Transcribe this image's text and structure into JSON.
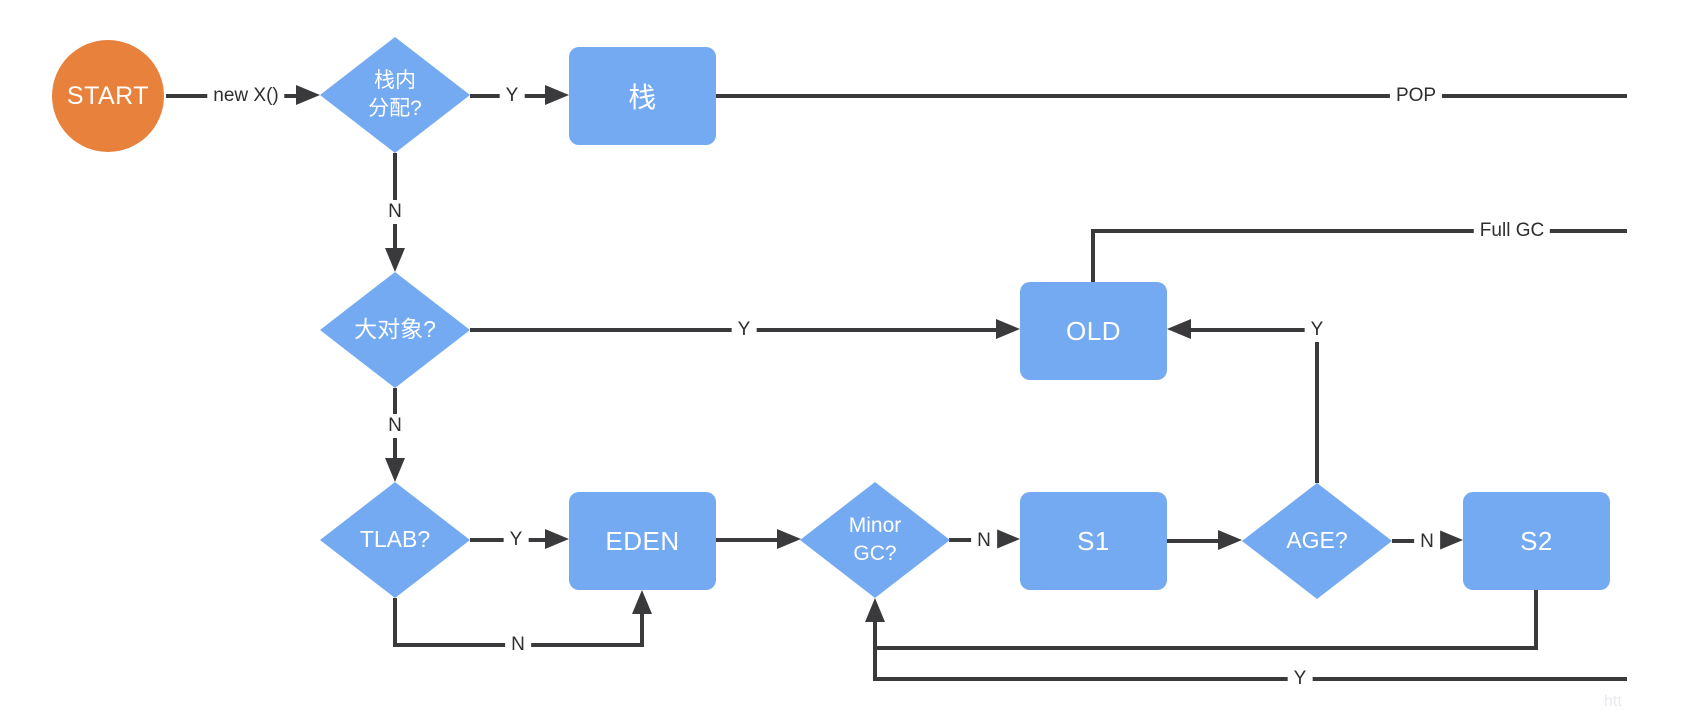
{
  "colors": {
    "node_fill_blue": "#74AAF2",
    "start_fill_orange": "#E8813B",
    "edge_line": "#3A3A3C",
    "edge_label_text": "#2E2E2E",
    "node_text": "#FFFFFF",
    "background": "#FFFFFF",
    "watermark_text": "#EAEAEF"
  },
  "nodes": {
    "start": "START",
    "stack_alloc": {
      "line1": "栈内",
      "line2": "分配?"
    },
    "stack": "栈",
    "big_object": "大对象?",
    "old": "OLD",
    "tlab": "TLAB?",
    "eden": "EDEN",
    "minor_gc": {
      "line1": "Minor",
      "line2": "GC?"
    },
    "s1": "S1",
    "age": "AGE?",
    "s2": "S2"
  },
  "edge_labels": {
    "new_x": "new X()",
    "stack_alloc_yes": "Y",
    "stack_alloc_no": "N",
    "pop": "POP",
    "big_object_yes": "Y",
    "big_object_no": "N",
    "full_gc": "Full GC",
    "age_yes": "Y",
    "tlab_yes": "Y",
    "tlab_no": "N",
    "minor_gc_no": "N",
    "age_no": "N",
    "minor_gc_loop_yes": "Y"
  },
  "watermark": "htt"
}
